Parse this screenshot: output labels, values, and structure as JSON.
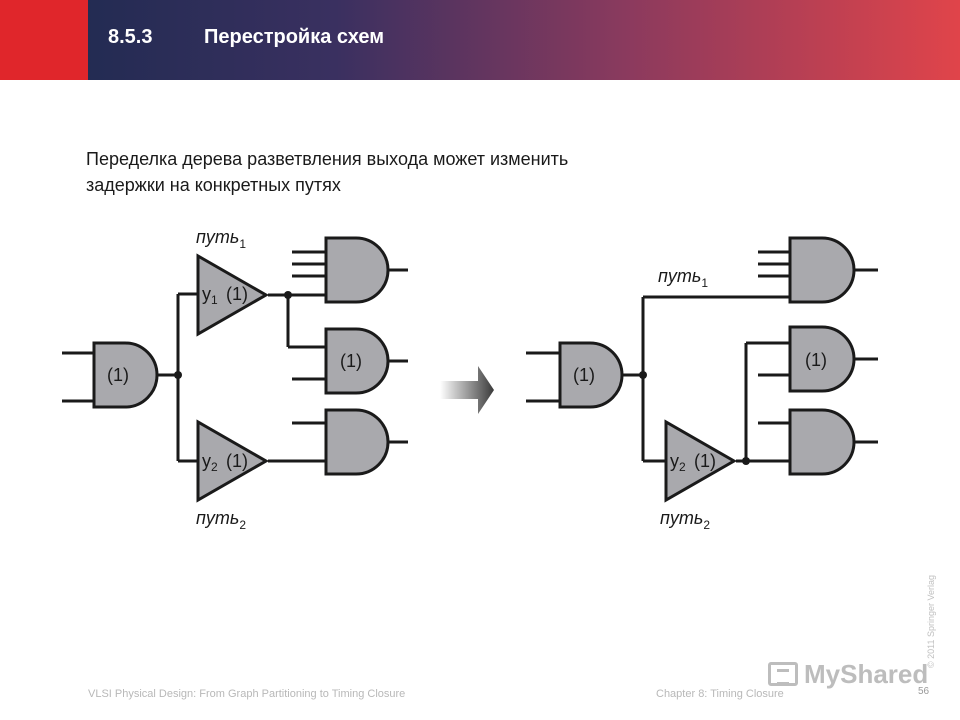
{
  "header": {
    "section_number": "8.5.3",
    "title": "Перестройка схем"
  },
  "intro": {
    "line1": "Переделка дерева разветвления выхода может изменить",
    "line2": "задержки на конкретных путях"
  },
  "left_diagram": {
    "gate_label": "(1)",
    "and_mid_label": "(1)",
    "buf1_label": "(1)",
    "buf2_label": "(1)",
    "path1_label": "путь",
    "path1_sub": "1",
    "path2_label": "путь",
    "path2_sub": "2",
    "y1_label": "y",
    "y1_sub": "1",
    "y2_label": "y",
    "y2_sub": "2"
  },
  "right_diagram": {
    "gate_label": "(1)",
    "and_mid_label": "(1)",
    "buf2_label": "(1)",
    "path1_label": "путь",
    "path1_sub": "1",
    "path2_label": "путь",
    "path2_sub": "2",
    "y2_label": "y",
    "y2_sub": "2"
  },
  "colors": {
    "gate_fill": "#a9a9ad",
    "wire": "#1a1a1a",
    "header_red": "#e0262b"
  },
  "footer": {
    "book": "VLSI Physical Design: From Graph Partitioning to Timing Closure",
    "chapter": "Chapter 8: Timing Closure",
    "page": "56",
    "copyright": "© 2011 Springer Verlag",
    "watermark": "MyShared"
  }
}
